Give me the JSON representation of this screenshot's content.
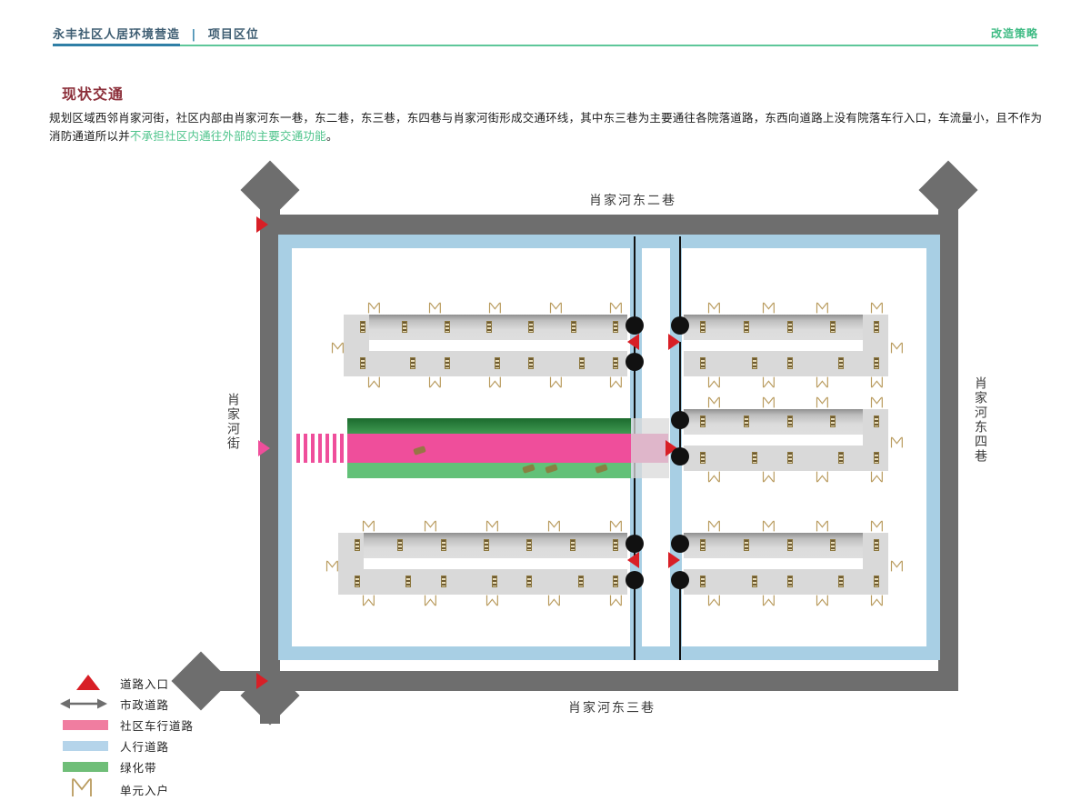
{
  "header": {
    "project_title": "永丰社区人居环境营造",
    "separator": "|",
    "section_label": "项目区位",
    "right_label": "改造策略",
    "rule_blue_color": "#2f7fa6",
    "rule_green_color": "#5ec79a"
  },
  "section": {
    "title": "现状交通",
    "title_color": "#8c2f3a",
    "body_part1": "规划区域西邻肖家河街，社区内部由肖家河东一巷，东二巷，东三巷，东四巷与肖家河街形成交通环线，其中东三巷为主要通往各院落道路，东西向道路上没有院落车行入口，车流量小，且不作为消防通道所以并",
    "body_highlight": "不承担社区内通往外部的主要交通功能",
    "body_end": "。",
    "highlight_color": "#4fc48c"
  },
  "map": {
    "labels": {
      "top_street": "肖家河东二巷",
      "bottom_street": "肖家河东三巷",
      "left_street": "肖家河街",
      "right_street": "肖家河东四巷"
    },
    "colors": {
      "municipal_road": "#6e6e6e",
      "pedestrian_path": "#a8cfe4",
      "community_road": "#ef4e9b",
      "green_belt": "#62c178",
      "green_belt_dark": "#3f9a52",
      "building": "#d9d9d9",
      "entry_marker": "#d81f26",
      "gate_post": "#111111",
      "unit_entrance": "#b99b5e"
    }
  },
  "legend": {
    "items": [
      {
        "key": "road-entry-triangle",
        "label": "道路入口",
        "color": "#d81f26"
      },
      {
        "key": "municipal-road-arrow",
        "label": "市政道路",
        "color": "#6e6e6e"
      },
      {
        "key": "community-vehicle-road",
        "label": "社区车行道路",
        "color": "#ef4e9b"
      },
      {
        "key": "pedestrian-road",
        "label": "人行道路",
        "color": "#a8cfe4"
      },
      {
        "key": "green-belt",
        "label": "绿化带",
        "color": "#62c178"
      },
      {
        "key": "unit-entrance",
        "label": "单元入户",
        "color": "#b99b5e"
      }
    ]
  }
}
